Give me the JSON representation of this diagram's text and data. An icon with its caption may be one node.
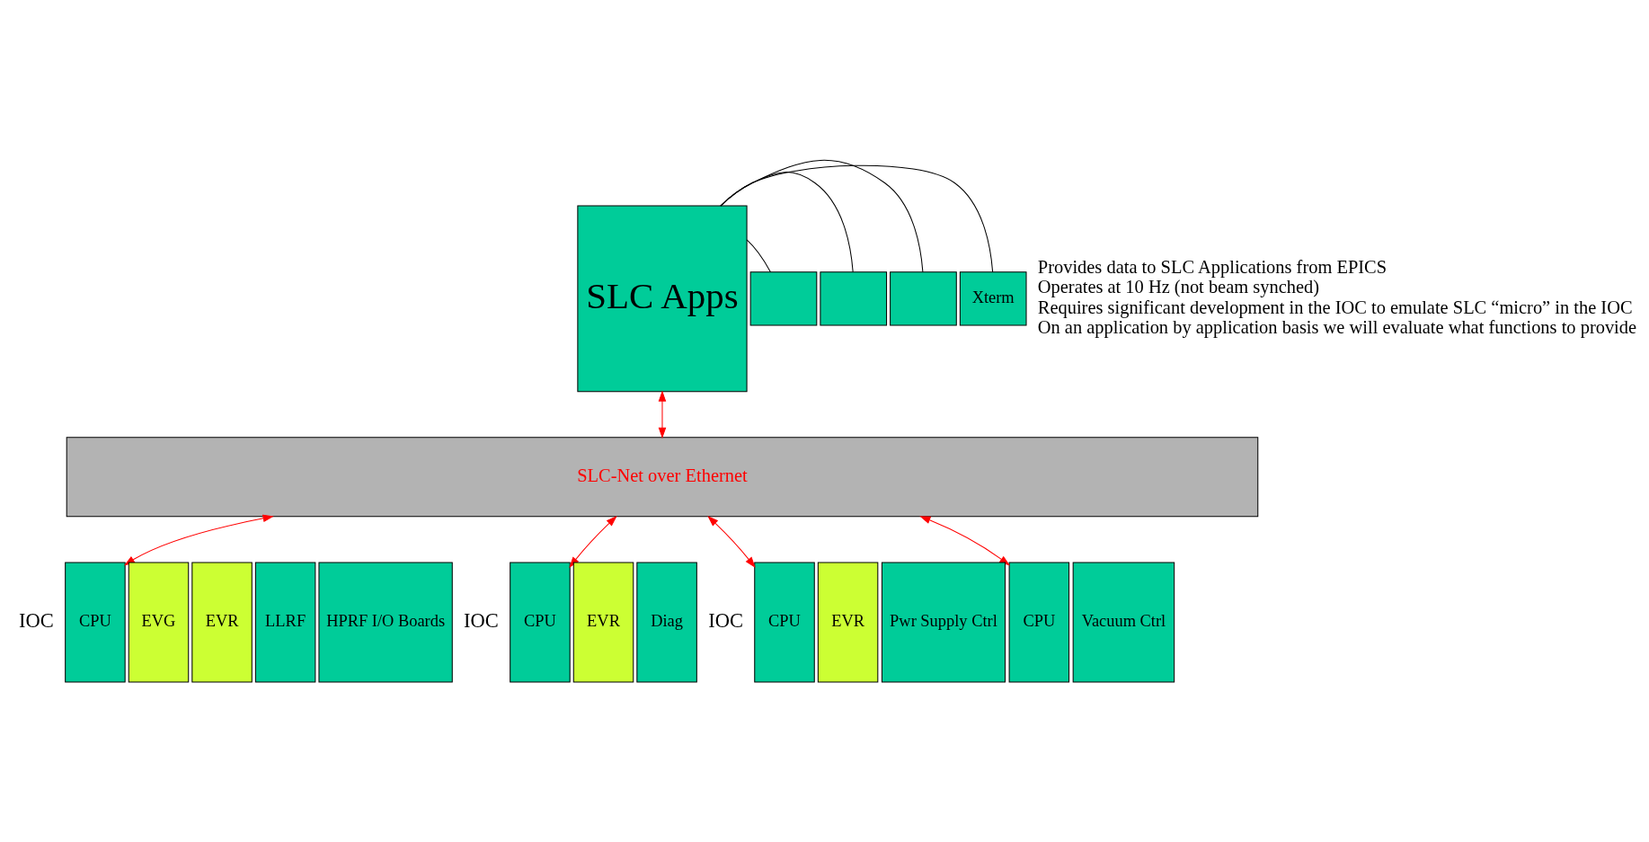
{
  "diagram": {
    "nodes": [
      {
        "text": [
          "SLC Apps"
        ]
      },
      {
        "text": [],
        "shape": "box"
      },
      {
        "text": [],
        "shape": "box"
      },
      {
        "text": [],
        "shape": "box"
      },
      {
        "text": [
          "Xterm"
        ]
      },
      {
        "text": [
          "SLC-Net over Ethernet"
        ]
      },
      {
        "text": [
          "CPU"
        ]
      },
      {
        "text": [
          "EVG"
        ]
      },
      {
        "text": [
          "EVR"
        ]
      },
      {
        "text": [
          "LLRF"
        ]
      },
      {
        "text": [
          "HPRF I/O Boards"
        ]
      },
      {
        "text": [
          "CPU"
        ]
      },
      {
        "text": [
          "EVR"
        ]
      },
      {
        "text": [
          "Diag"
        ]
      },
      {
        "text": [
          "CPU"
        ]
      },
      {
        "text": [
          "EVR"
        ]
      },
      {
        "text": [
          "Pwr Supply Ctrl"
        ]
      },
      {
        "text": [
          "CPU"
        ]
      },
      {
        "text": [
          "Vacuum Ctrl"
        ]
      }
    ],
    "edges": [
      {
        "from": 0,
        "to": 1,
        "arrow": "none",
        "color": "#000000"
      },
      {
        "from": 0,
        "to": 2,
        "arrow": "none",
        "color": "#000000"
      },
      {
        "from": 0,
        "to": 3,
        "arrow": "none",
        "color": "#000000"
      },
      {
        "from": 0,
        "to": 4,
        "arrow": "none",
        "color": "#000000"
      },
      {
        "from": 0,
        "to": 5,
        "arrow": "both"
      },
      {
        "from": 6,
        "to": 5,
        "arrow": "both"
      },
      {
        "from": 11,
        "to": 5,
        "arrow": "both"
      },
      {
        "from": 14,
        "to": 5,
        "arrow": "both"
      },
      {
        "from": 17,
        "to": 5,
        "arrow": "both"
      }
    ],
    "labels": [
      "Provides data to SLC Applications from EPICS",
      "Operates at 10 Hz (not beam synched)",
      "Requires significant development in the IOC to emulate SLC “micro” in the IOC",
      "On an application by application basis we will evaluate what functions to provide",
      "IOC",
      "IOC",
      "IOC"
    ]
  }
}
